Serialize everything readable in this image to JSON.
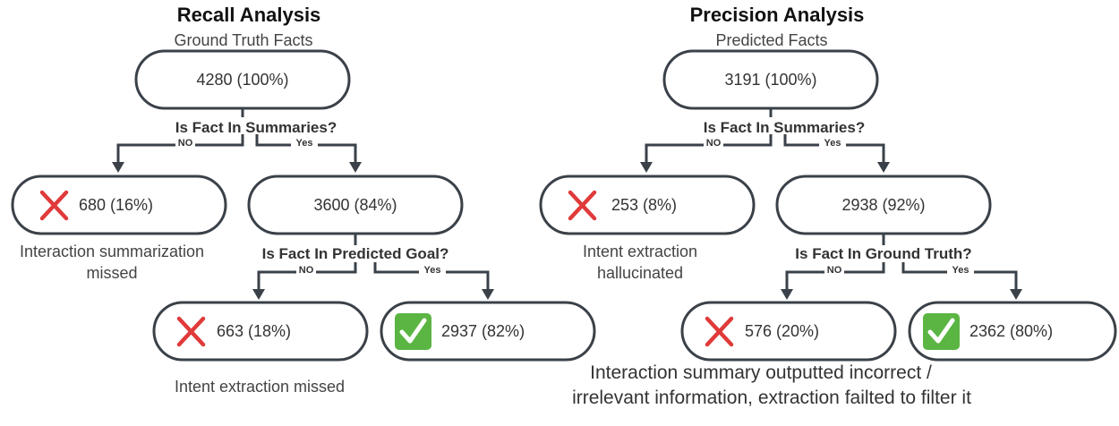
{
  "recall": {
    "title": "Recall Analysis",
    "root_label": "Ground Truth Facts",
    "root": "4280 (100%)",
    "question1": "Is Fact In Summaries?",
    "no_label": "NO",
    "yes_label": "Yes",
    "fail1": "680 (16%)",
    "fail1_note_line1": "Interaction summarization",
    "fail1_note_line2": "missed",
    "pass1": "3600 (84%)",
    "question2": "Is Fact In Predicted Goal?",
    "fail2": "663 (18%)",
    "fail2_note": "Intent extraction missed",
    "pass2": "2937 (82%)"
  },
  "precision": {
    "title": "Precision Analysis",
    "root_label": "Predicted Facts",
    "root": "3191 (100%)",
    "question1": "Is Fact In Summaries?",
    "no_label": "NO",
    "yes_label": "Yes",
    "fail1": "253 (8%)",
    "fail1_note_line1": "Intent extraction",
    "fail1_note_line2": "hallucinated",
    "pass1": "2938 (92%)",
    "question2": "Is Fact In Ground Truth?",
    "fail2": "576 (20%)",
    "pass2": "2362 (80%)",
    "bottom_note_line1": "Interaction summary outputted incorrect /",
    "bottom_note_line2": "irrelevant information, extraction failted to filter it"
  },
  "icons": {
    "fail": "x-mark-icon",
    "pass": "checkmark-icon"
  },
  "colors": {
    "fail": "#e03a3a",
    "pass": "#5bb543",
    "stroke": "#3a4148"
  }
}
